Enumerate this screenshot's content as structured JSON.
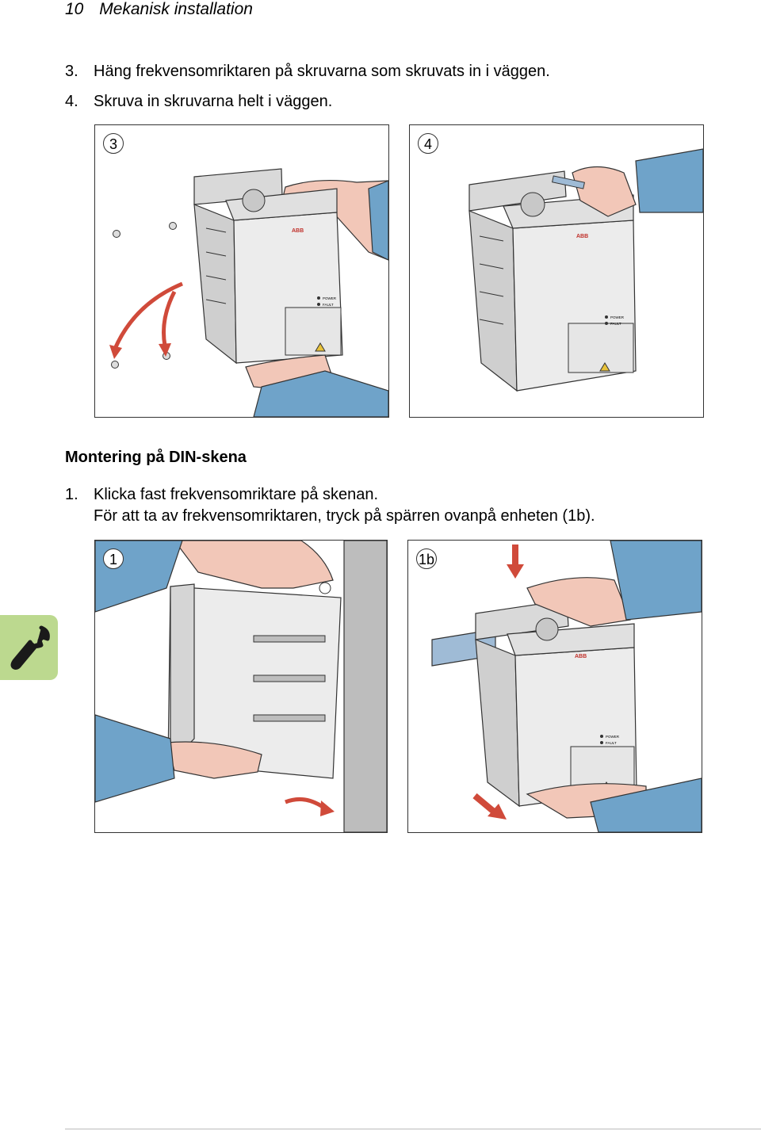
{
  "header": {
    "page_number": "10",
    "section_title": "Mekanisk installation"
  },
  "steps_top": [
    {
      "number": "3.",
      "text": "Häng frekvensomriktaren på skruvarna som skruvats in i väggen."
    },
    {
      "number": "4.",
      "text": "Skruva in skruvarna helt i väggen."
    }
  ],
  "figures_top": [
    {
      "label": "3"
    },
    {
      "label": "4"
    }
  ],
  "din_section": {
    "heading": "Montering på DIN-skena",
    "step_number": "1.",
    "step_text": "Klicka fast frekvensomriktare på skenan.",
    "step_continuation": "För att ta av frekvensomriktaren, tryck på spärren ovanpå enheten (1b)."
  },
  "figures_bottom": [
    {
      "label": "1"
    },
    {
      "label": "1b"
    }
  ],
  "device_labels": {
    "brand": "ABB",
    "power": "POWER",
    "fault": "FAULT"
  },
  "thumb_tab": {
    "icon": "wrench-icon",
    "color": "#bcd98f"
  },
  "colors": {
    "sleeve": "#6fa3c9",
    "skin": "#f2c7b8",
    "arrow": "#d04a3a",
    "device": "#e6e6e6",
    "wall": "#bdbdbd"
  }
}
